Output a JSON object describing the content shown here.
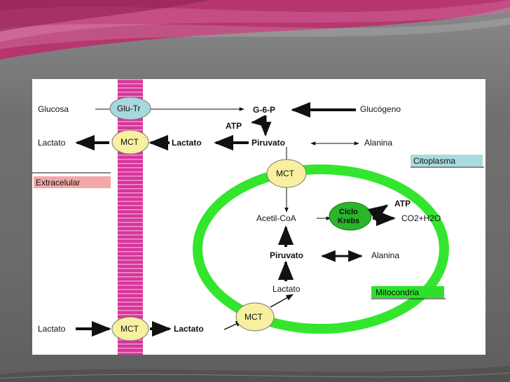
{
  "diagram": {
    "labels": {
      "glucosa": "Glucosa",
      "glu_tr": "Glu-Tr",
      "g6p": "G-6-P",
      "glucogeno": "Glucógeno",
      "atp_top": "ATP",
      "lactato_ext_top": "Lactato",
      "mct_top": "MCT",
      "lactato_cyto": "Lactato",
      "piruvato_cyto": "Piruvato",
      "alanina_cyto": "Alanina",
      "citoplasma": "Citoplasma",
      "extracelular": "Extracelular",
      "mct_mito_top": "MCT",
      "acetil_coa": "Acetil-CoA",
      "ciclo": "Ciclo",
      "krebs": "Krebs",
      "atp_mito": "ATP",
      "co2_h2o": "CO2+H2O",
      "piruvato_mito": "Piruvato",
      "alanina_mito": "Alanina",
      "lactato_mito": "Lactato",
      "mitocondria": "Mitocondria",
      "mct_mito_bottom": "MCT",
      "lactato_ext_bottom": "Lactato",
      "mct_bottom": "MCT",
      "lactato_bottom": "Lactato"
    },
    "colors": {
      "membrane": "#d6379a",
      "membrane_stripe": "#f59ad6",
      "glu_tr": "#a8d8dc",
      "mct": "#f6f0a0",
      "mitochondria": "#33e62d",
      "krebs": "#2ab52a",
      "citoplasma_box": "#a8dcdf",
      "extracelular_box": "#f2a8a8",
      "mitocondria_box": "#2ee02e"
    }
  }
}
